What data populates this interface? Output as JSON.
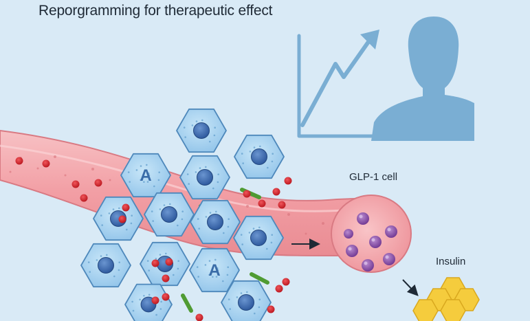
{
  "diagram": {
    "title": "Reporgramming for therapeutic effect",
    "labels": {
      "glp1_cell": "GLP-1 cell",
      "insulin": "Insulin",
      "alpha_cell_mark": "A"
    },
    "colors": {
      "background": "#d9eaf6",
      "vessel": "#f2a3a8",
      "cell_fill": "#a9d4f0",
      "nucleus": "#3d6fb6",
      "red_cell": "#d8232a",
      "rod": "#5aa83c",
      "glp1_granule": "#8b4fa8",
      "insulin_hex": "#f2c636",
      "person_and_chart": "#7aaed3"
    },
    "icons": [
      "trend-chart-icon",
      "person-silhouette-icon",
      "arrow-icon",
      "hexagon-icon"
    ]
  }
}
